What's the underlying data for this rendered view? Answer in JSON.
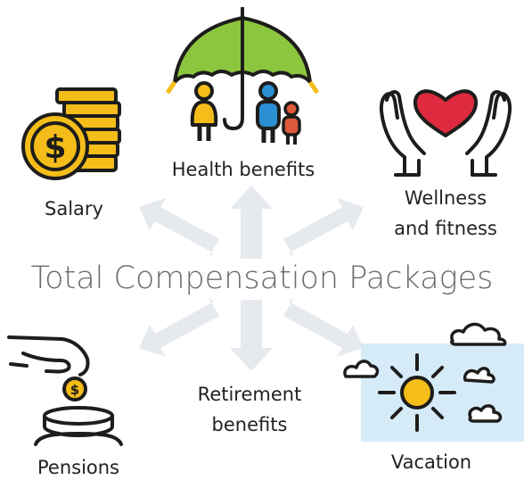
{
  "title": "Total Compensation Packages",
  "items": {
    "salary": "Salary",
    "health": "Health benefits",
    "wellness_line1": "Wellness",
    "wellness_line2": "and fitness",
    "retirement_line1": "Retirement",
    "retirement_line2": "benefits",
    "pensions": "Pensions",
    "vacation": "Vacation"
  },
  "icons": {
    "salary": "coin-stack-icon",
    "health": "umbrella-family-icon",
    "wellness": "hands-heart-icon",
    "pensions": "coin-jar-icon",
    "vacation": "sun-clouds-icon"
  },
  "colors": {
    "arrow": "#e6e9ed",
    "gold": "#f5bd19",
    "green": "#8cc63f",
    "red": "#dd2a3e",
    "blue": "#2a8fd3",
    "orange": "#f7a11a",
    "sky": "#d6ebf8",
    "outline": "#1d1d1b",
    "title": "#6b6b6b"
  }
}
